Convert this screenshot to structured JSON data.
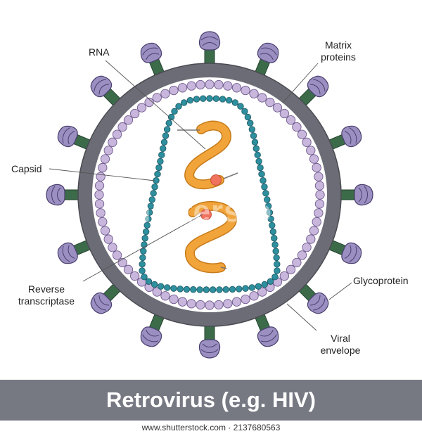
{
  "title": "Retrovirus (e.g. HIV)",
  "watermark_footer": "www.shutterstock.com · 2137680563",
  "watermark_overlay": "shutterstock",
  "labels": {
    "rna": "RNA",
    "matrix_proteins": "Matrix\nproteins",
    "capsid": "Capsid",
    "reverse_transcriptase": "Reverse\ntranscriptase",
    "glycoprotein": "Glycoprotein",
    "viral_envelope": "Viral\nenvelope"
  },
  "colors": {
    "envelope": "#6b6c75",
    "interior": "#ffffff",
    "matrix_bead": "#c9b6dd",
    "matrix_bead_stroke": "#6e5a8c",
    "capsid_bead": "#2e8f9e",
    "capsid_bead_stroke": "#1b5560",
    "rna": "#f0a43a",
    "rna_stroke": "#c77a19",
    "enzyme": "#f0735e",
    "glyco_stalk": "#3c6b4a",
    "glyco_head": "#9b8fc2",
    "glyco_head_stroke": "#4a3f6e",
    "title_bar": "#767882",
    "leader_line": "#555555"
  },
  "glycoprotein_count": 16
}
